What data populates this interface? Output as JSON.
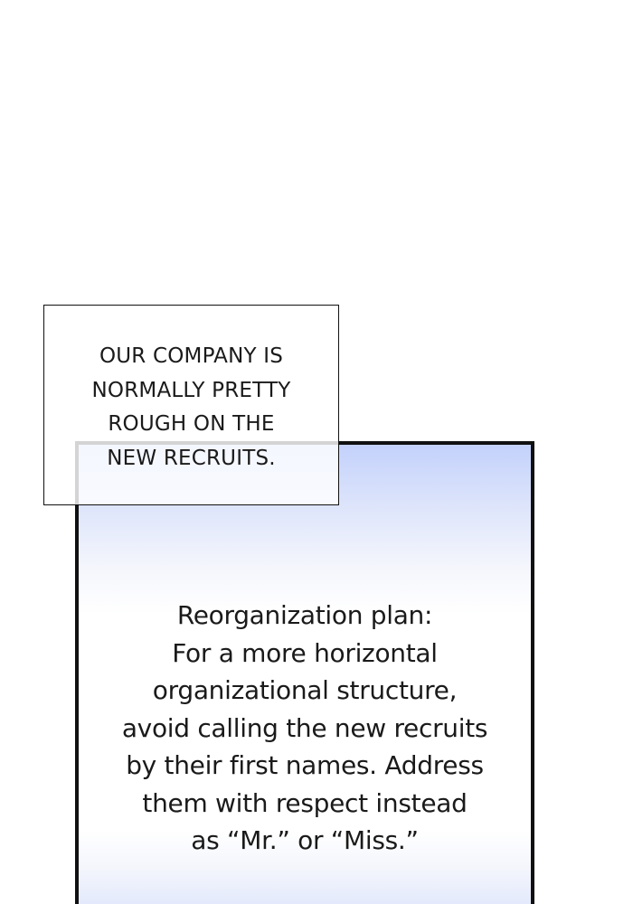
{
  "caption": {
    "lines": [
      "OUR COMPANY IS",
      "NORMALLY PRETTY",
      "ROUGH ON THE",
      "NEW RECRUITS."
    ]
  },
  "panel": {
    "lines": [
      "Reorganization plan:",
      "For a more horizontal",
      "organizational structure,",
      "avoid calling the new recruits",
      "by their first names. Address",
      "them with respect instead",
      "as “Mr.” or “Miss.”"
    ]
  },
  "colors": {
    "panel_gradient_top": "#c3d1fb",
    "border": "#111111",
    "text": "#1a1a1a"
  }
}
